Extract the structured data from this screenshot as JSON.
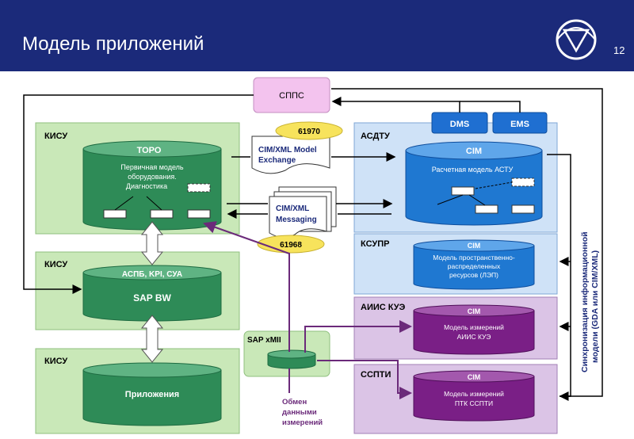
{
  "header": {
    "title": "Модель приложений",
    "slide_number": "12"
  },
  "colors": {
    "header_bg": "#1b2a7a",
    "green_panel": "#c9e8b8",
    "green_cylinder": "#2e8b57",
    "blue_panel": "#cfe2f7",
    "blue_cylinder": "#1f78d1",
    "purple_panel": "#dbc4e6",
    "purple_cylinder": "#7a1f86",
    "sppc_box": "#f3c3ee",
    "oval": "#f7e35c",
    "purple_line": "#6b2a7a"
  },
  "nodes": {
    "sppc": "СППС",
    "dms": "DMS",
    "ems": "EMS",
    "kisu_top": "КИСУ",
    "kisu_mid": "КИСУ",
    "kisu_bot": "КИСУ",
    "asdtu": "АСДТУ",
    "ksupr": "КСУПР",
    "aiis": "АИИС КУЭ",
    "ssp": "ССПТИ",
    "toro": "ТОРО",
    "toro_desc": [
      "Первичная модель",
      "оборудования.",
      "Диагностика"
    ],
    "aspb": "АСПБ, KPI, СУА",
    "sap_bw": "SAP BW",
    "apps": "Приложения",
    "cim_asdtu": "CIM",
    "cim_asdtu_desc": "Расчетная модель АСТУ",
    "cim_ksupr": "CIM",
    "cim_ksupr_desc": [
      "Модель пространственно-",
      "распределенных",
      "ресурсов (ЛЭП)"
    ],
    "cim_aiis": "CIM",
    "cim_aiis_desc": [
      "Модель измерений",
      "АИИС КУЭ"
    ],
    "cim_ssp": "CIM",
    "cim_ssp_desc": [
      "Модель измерений",
      "ПТК ССПТИ"
    ],
    "model_exchange": [
      "CIM/XML Model",
      "Exchange"
    ],
    "messaging": [
      "CIM/XML",
      "Messaging"
    ],
    "oval_top": "61970",
    "oval_bot": "61968",
    "sap_xmii": "SAP xMII",
    "exchange_note": [
      "Обмен",
      "данными",
      "измерений"
    ],
    "sync_label": [
      "Синхронизация информационной",
      "модели (GDA или CIM/XML)"
    ]
  }
}
